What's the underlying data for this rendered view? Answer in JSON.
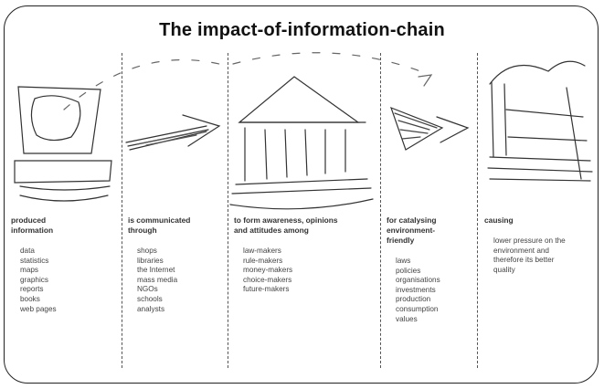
{
  "title": "The impact-of-information-chain",
  "columns": [
    {
      "heading": "produced\ninformation",
      "items": [
        "data",
        "statistics",
        "maps",
        "graphics",
        "reports",
        "books",
        "web pages"
      ]
    },
    {
      "heading": "is communicated\nthrough",
      "items": [
        "shops",
        "libraries",
        "the Internet",
        "mass media",
        "NGOs",
        "schools",
        "analysts"
      ]
    },
    {
      "heading": "to form awareness, opinions\nand attitudes among",
      "items": [
        "law-makers",
        "rule-makers",
        "money-makers",
        "choice-makers",
        "future-makers"
      ]
    },
    {
      "heading": "for catalysing\nenvironment-\nfriendly",
      "items": [
        "laws",
        "policies",
        "organisations",
        "investments",
        "production",
        "consumption",
        "values"
      ]
    },
    {
      "heading": "causing",
      "description": "lower pressure on the\nenvironment and\ntherefore its better\nquality"
    }
  ],
  "icons": [
    "computer-sketch",
    "arrow-sketch",
    "building-sketch",
    "arrow-sketch",
    "factory-sketch"
  ]
}
